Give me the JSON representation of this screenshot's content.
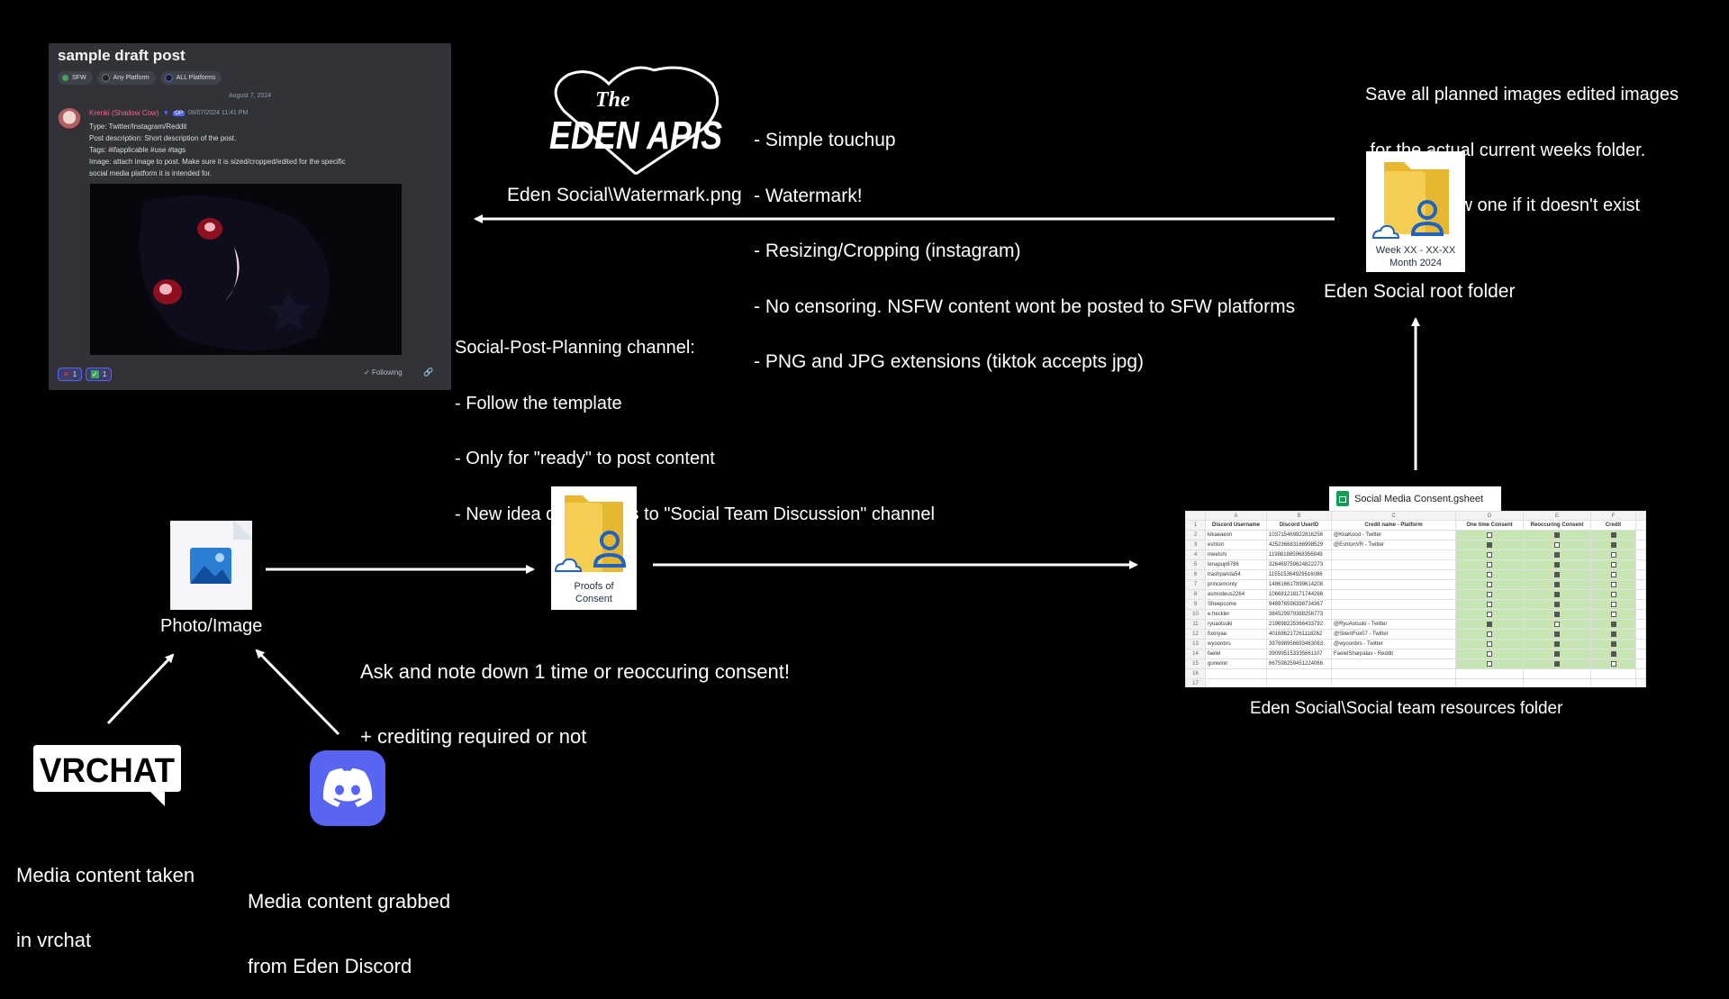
{
  "draft_post": {
    "title": "sample draft post",
    "tags": [
      {
        "label": "SFW",
        "color": "#3ba55c"
      },
      {
        "label": "Any Platform",
        "color": "#23272a"
      },
      {
        "label": "ALL Platforms",
        "color": "#1e1f22"
      }
    ],
    "date_divider": "August 7, 2024",
    "author": "Krenki (Shadow Cow)",
    "author_badge": "OP",
    "timestamp": "08/07/2024 11:41 PM",
    "lines": [
      "Type: Twitter/Instagram/Reddit",
      "Post description: Short description of the post.",
      "Tags: #ifapplicable #use #tags",
      "Image: attach image to post. Make sure it is sized/cropped/edited for the specific",
      "social media platform it is intended for."
    ],
    "reactions": [
      {
        "icon": "x-emoji",
        "count": "1"
      },
      {
        "icon": "check-emoji",
        "count": "1"
      }
    ],
    "following_label": "Following"
  },
  "watermark": {
    "logo_top": "The",
    "logo_main": "EDEN APIS",
    "caption": "Eden Social\\Watermark.png",
    "notes": [
      "- Simple touchup",
      "- Watermark!",
      "- Resizing/Cropping (instagram)",
      "- No censoring. NSFW content wont be posted to SFW platforms",
      "- PNG and JPG extensions (tiktok accepts jpg)"
    ]
  },
  "root_folder": {
    "notes": [
      "Save all planned images edited images",
      " for the actual current weeks folder.",
      "Create a new one if it doesn't exist"
    ],
    "folder_line1": "Week XX - XX-XX",
    "folder_line2": "Month 2024",
    "caption": "Eden Social root folder"
  },
  "channel_notes": [
    "Social-Post-Planning channel:",
    "- Follow the template",
    "- Only for \"ready\" to post content",
    "- New idea discussions to \"Social Team Discussion\" channel"
  ],
  "photo": {
    "caption": "Photo/Image"
  },
  "consent": {
    "folder_line1": "Proofs of",
    "folder_line2": "Consent",
    "notes": [
      "Ask and note down 1 time or reoccuring consent!",
      "+ crediting required or not"
    ]
  },
  "sheet": {
    "filename": "Social Media Consent.gsheet",
    "col_letters": [
      "",
      "A",
      "B",
      "C",
      "D",
      "E",
      "F"
    ],
    "headers": [
      "Discord Username",
      "Discord UserID",
      "Credit name - Platform",
      "One time Consent",
      "Reoccuring Consent",
      "Credit"
    ],
    "rows": [
      [
        "kikaeaeon",
        "103715469822816256",
        "@KiiaKood - Twitter",
        "",
        "x",
        "x"
      ],
      [
        "eshton",
        "425236683166998529",
        "@EshtonVR - Twitter",
        "x",
        "",
        "x"
      ],
      [
        "meetshi",
        "119881885968356849",
        "",
        "",
        "x",
        ""
      ],
      [
        "lenapup6786",
        "326469759624822273",
        "",
        "",
        "x",
        ""
      ],
      [
        "trashpanda54",
        "115515364929516086",
        "",
        "",
        "x",
        ""
      ],
      [
        "princemonty",
        "148616617899614208",
        "",
        "",
        "x",
        ""
      ],
      [
        "asmodeus2264",
        "106681218171744266",
        "",
        "",
        "x",
        ""
      ],
      [
        "Sheepcome",
        "948976596398734367",
        "",
        "",
        "x",
        ""
      ],
      [
        "e.heckler",
        "384529979388256773",
        "",
        "",
        "x",
        ""
      ],
      [
        "ryuaotsuki",
        "219698225366433792",
        "@RyuAotsuki - Twitter",
        "x",
        "",
        "x"
      ],
      [
        "foxnyaa",
        "401686217261118262",
        "@SilentFox07 - Twitter",
        "",
        "x",
        "x"
      ],
      [
        "wyoonbrs",
        "397698956693463063",
        "@wyoonbrs - Twitter",
        "",
        "x",
        "x"
      ],
      [
        "faelel",
        "390995153335661107",
        "FaelelSharpalas - Reddit",
        "",
        "x",
        "x"
      ],
      [
        "gunwinn",
        "667598259451224066",
        "",
        "",
        "x",
        ""
      ],
      [
        "",
        "",
        "",
        "",
        "",
        ""
      ],
      [
        "",
        "",
        "",
        "",
        "",
        ""
      ]
    ],
    "caption": "Eden Social\\Social team resources folder"
  },
  "vrchat": {
    "logo": "VRCHAT",
    "caption_lines": [
      "Media content taken",
      "in vrchat"
    ]
  },
  "discord": {
    "caption_lines": [
      "Media content grabbed",
      "from Eden Discord"
    ]
  }
}
